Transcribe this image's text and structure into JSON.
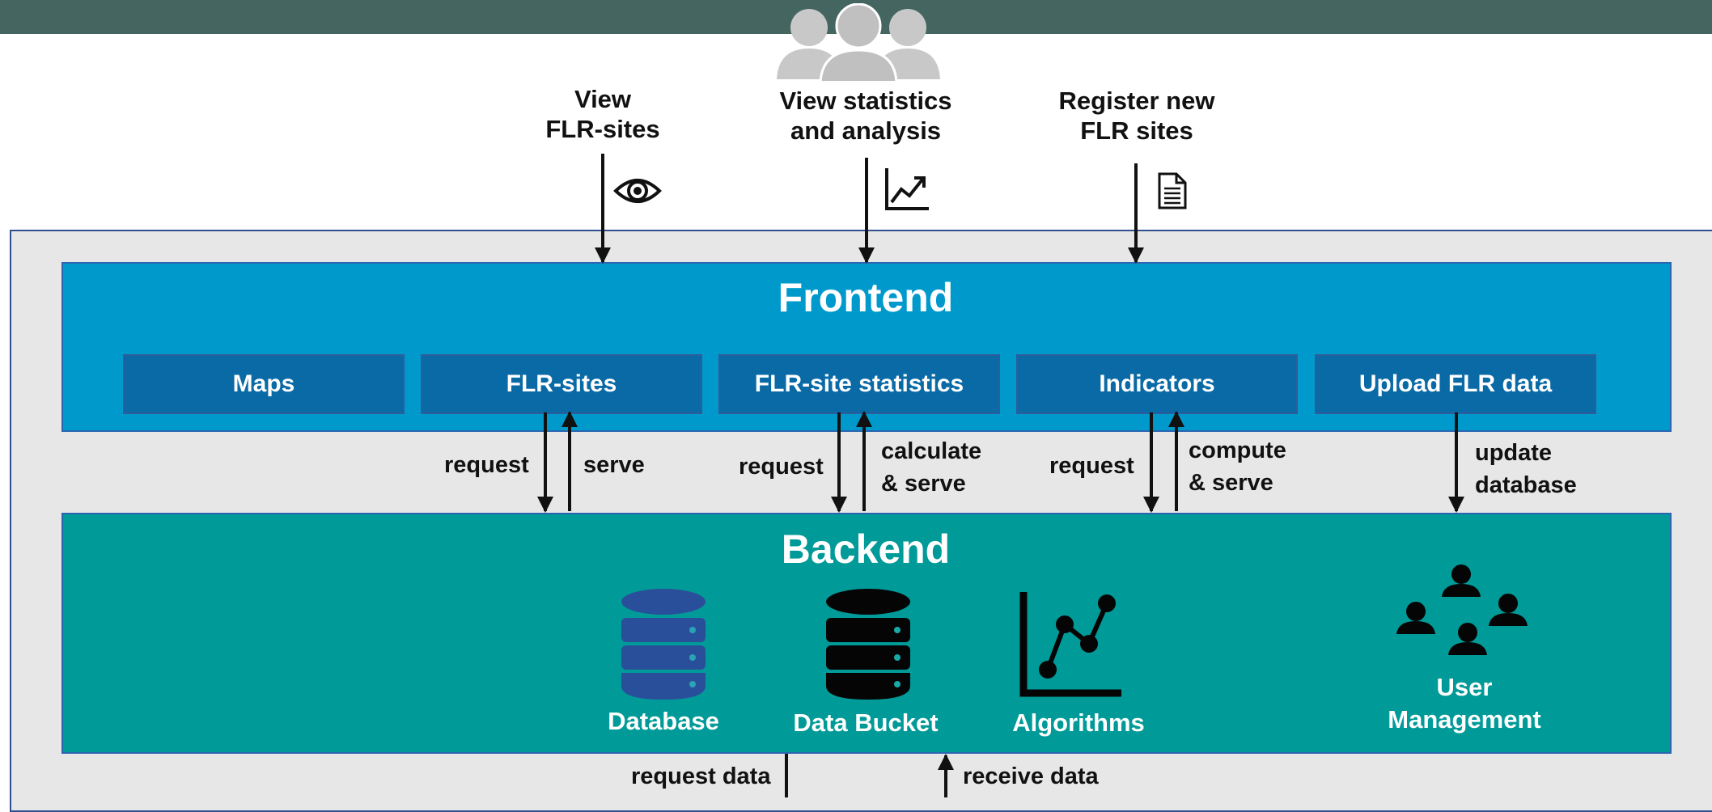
{
  "actors": [
    {
      "label": "View\nFLR-sites",
      "icon": "eye-icon"
    },
    {
      "label": "View statistics\nand analysis",
      "icon": "chart-line-icon"
    },
    {
      "label": "Register new\nFLR sites",
      "icon": "document-icon"
    }
  ],
  "frontend": {
    "title": "Frontend",
    "modules": [
      "Maps",
      "FLR-sites",
      "FLR-site statistics",
      "Indicators",
      "Upload FLR data"
    ]
  },
  "interactions": {
    "flr_sites": {
      "request": "request",
      "response": "serve"
    },
    "statistics": {
      "request": "request",
      "response": "calculate\n& serve"
    },
    "indicators": {
      "request": "request",
      "response": "compute\n& serve"
    },
    "upload": {
      "action": "update\ndatabase"
    }
  },
  "backend": {
    "title": "Backend",
    "components": [
      {
        "label": "Database",
        "icon": "database-icon"
      },
      {
        "label": "Data Bucket",
        "icon": "data-bucket-icon"
      },
      {
        "label": "Algorithms",
        "icon": "algorithm-chart-icon"
      },
      {
        "label": "User\nManagement",
        "icon": "user-group-icon"
      }
    ]
  },
  "external": {
    "request": "request data",
    "receive": "receive data"
  },
  "colors": {
    "topbar": "#456660",
    "frontend": "#0099cc",
    "module": "#0a6aa6",
    "backend": "#009a98",
    "database": "#2a4f9a",
    "container": "#e7e7e7"
  }
}
